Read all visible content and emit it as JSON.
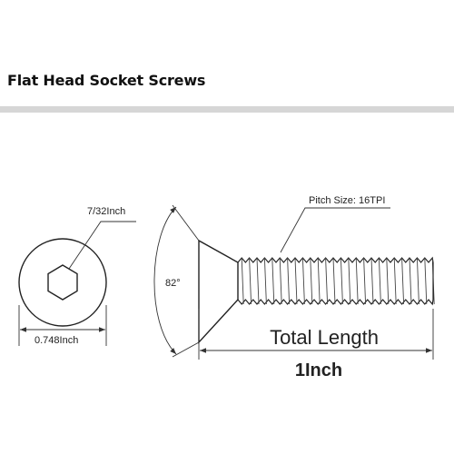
{
  "header": {
    "title": "Flat Head Socket Screws"
  },
  "drawing": {
    "hex_size": "7/32Inch",
    "head_diameter": "0.748Inch",
    "head_angle": "82°",
    "thread_pitch": "Pitch Size: 16TPI",
    "total_length_label": "Total Length",
    "length_value": "1Inch",
    "length_value_color": "#c0392b"
  }
}
